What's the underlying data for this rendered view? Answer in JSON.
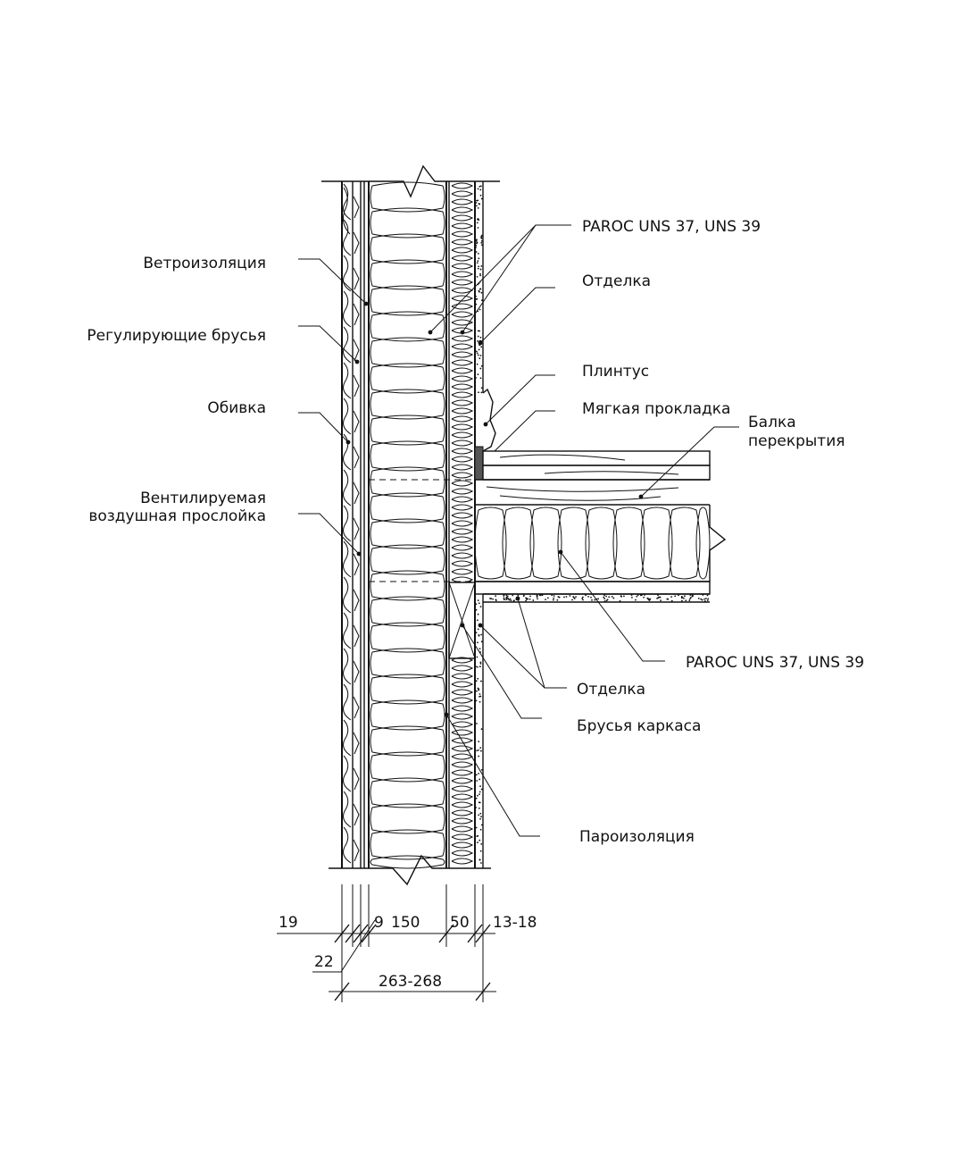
{
  "labels_left": {
    "windproof": "Ветроизоляция",
    "battens": "Регулирующие брусья",
    "cladding": "Обивка",
    "vent_gap_1": "Вентилируемая",
    "vent_gap_2": "воздушная прослойка"
  },
  "labels_right": {
    "paroc_top": "PAROC UNS 37, UNS 39",
    "finish_top": "Отделка",
    "skirting": "Плинтус",
    "soft_pad": "Мягкая прокладка",
    "beam_1": "Балка",
    "beam_2": "перекрытия",
    "paroc_floor": "PAROC UNS 37, UNS 39",
    "finish_bottom": "Отделка",
    "frame_studs": "Брусья каркаса",
    "vapour_barrier": "Пароизоляция"
  },
  "dimensions": {
    "d19": "19",
    "d22": "22",
    "d9": "9",
    "d150": "150",
    "d50": "50",
    "d13_18": "13-18",
    "total": "263-268"
  },
  "colors": {
    "ink": "#111111",
    "background": "#ffffff"
  }
}
